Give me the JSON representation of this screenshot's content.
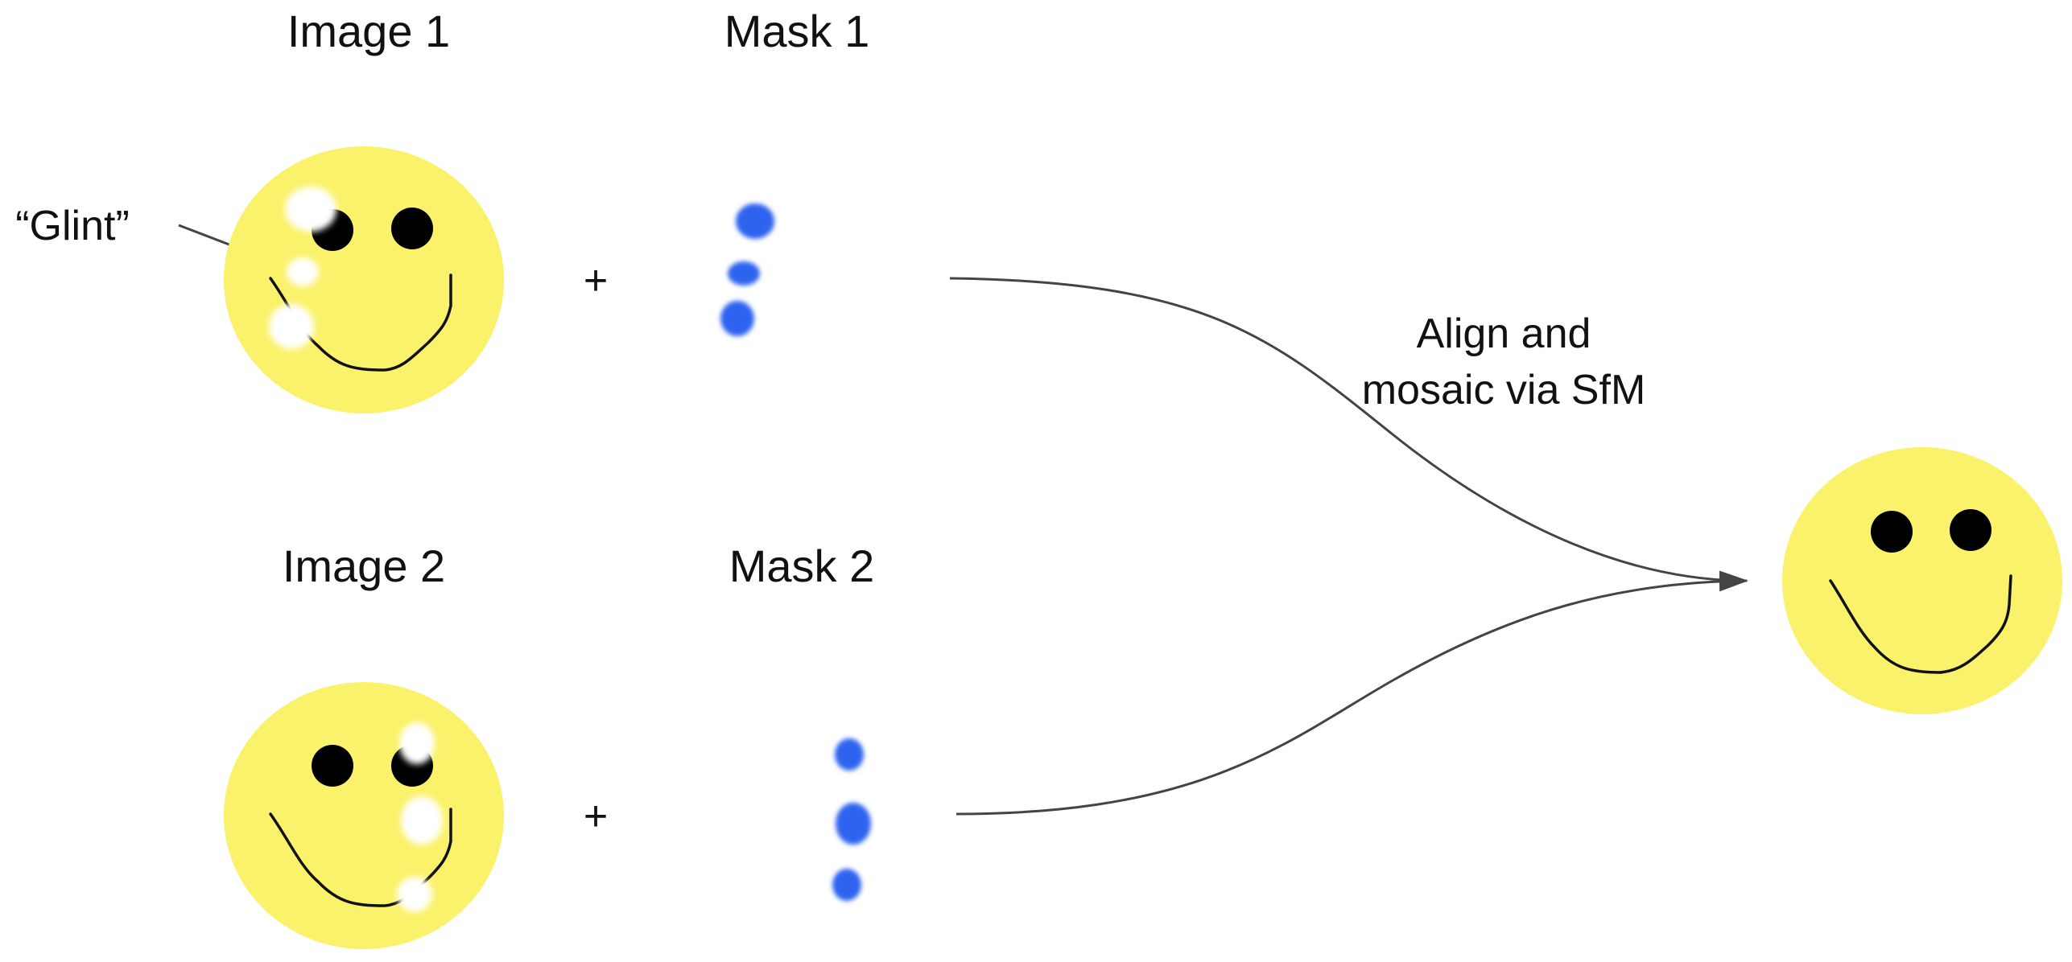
{
  "labels": {
    "image1": "Image 1",
    "mask1": "Mask 1",
    "image2": "Image 2",
    "mask2": "Mask 2",
    "glint": "“Glint”",
    "plus1": "+",
    "plus2": "+",
    "align_line1": "Align and",
    "align_line2": "mosaic via SfM"
  },
  "colors": {
    "face_yellow": "#faf26a",
    "eye_black": "#000000",
    "glint_white": "#ffffff",
    "mask_blue": "#2f63f0",
    "arrow_gray": "#444444"
  },
  "icons": {
    "image1": "smiley-face-with-glints",
    "image2": "smiley-face-with-glints",
    "mask1": "glint-mask-blobs",
    "mask2": "glint-mask-blobs",
    "result": "smiley-face-clean"
  }
}
